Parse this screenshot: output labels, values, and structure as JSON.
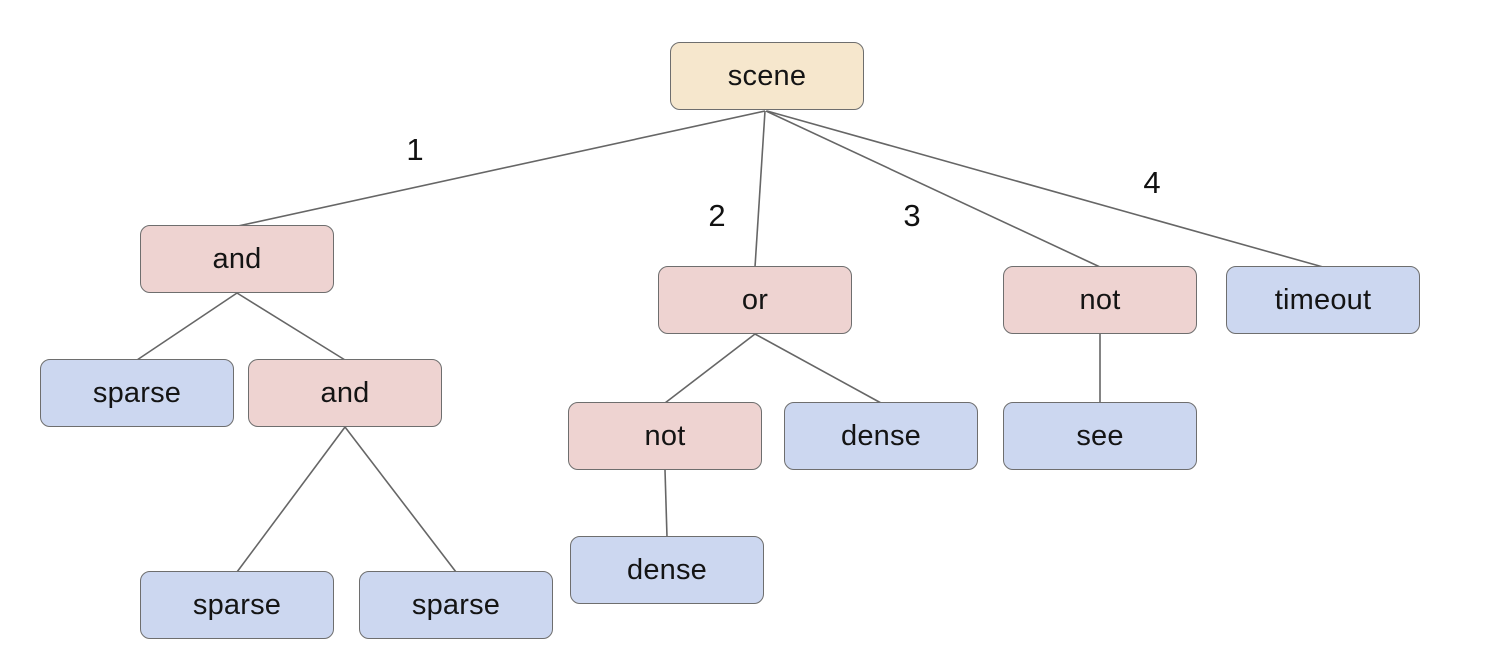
{
  "diagram": {
    "type": "tree",
    "description": "Tree diagram rooted at 'scene' with numbered branches to operator nodes (and, or, not) and leaf nodes (sparse, dense, see, timeout)",
    "colors": {
      "root_fill": "#f6e7cd",
      "operator_fill": "#eed3d1",
      "leaf_fill": "#ccd7f0",
      "node_border": "#6e6e6e",
      "edge_stroke": "#666666",
      "text": "#141414"
    },
    "nodes": [
      {
        "id": "scene",
        "label": "scene",
        "kind": "root"
      },
      {
        "id": "and-1",
        "label": "and",
        "kind": "operator"
      },
      {
        "id": "or-1",
        "label": "or",
        "kind": "operator"
      },
      {
        "id": "not-1",
        "label": "not",
        "kind": "operator"
      },
      {
        "id": "timeout-1",
        "label": "timeout",
        "kind": "leaf"
      },
      {
        "id": "sparse-1",
        "label": "sparse",
        "kind": "leaf"
      },
      {
        "id": "and-2",
        "label": "and",
        "kind": "operator"
      },
      {
        "id": "not-2",
        "label": "not",
        "kind": "operator"
      },
      {
        "id": "dense-1",
        "label": "dense",
        "kind": "leaf"
      },
      {
        "id": "see-1",
        "label": "see",
        "kind": "leaf"
      },
      {
        "id": "sparse-2",
        "label": "sparse",
        "kind": "leaf"
      },
      {
        "id": "sparse-3",
        "label": "sparse",
        "kind": "leaf"
      },
      {
        "id": "dense-2",
        "label": "dense",
        "kind": "leaf"
      }
    ],
    "edges": [
      {
        "from": "scene",
        "to": "and-1",
        "label": "1"
      },
      {
        "from": "scene",
        "to": "or-1",
        "label": "2"
      },
      {
        "from": "scene",
        "to": "not-1",
        "label": "3"
      },
      {
        "from": "scene",
        "to": "timeout-1",
        "label": "4"
      },
      {
        "from": "and-1",
        "to": "sparse-1",
        "label": ""
      },
      {
        "from": "and-1",
        "to": "and-2",
        "label": ""
      },
      {
        "from": "and-2",
        "to": "sparse-2",
        "label": ""
      },
      {
        "from": "and-2",
        "to": "sparse-3",
        "label": ""
      },
      {
        "from": "or-1",
        "to": "not-2",
        "label": ""
      },
      {
        "from": "or-1",
        "to": "dense-1",
        "label": ""
      },
      {
        "from": "not-2",
        "to": "dense-2",
        "label": ""
      },
      {
        "from": "not-1",
        "to": "see-1",
        "label": ""
      }
    ]
  }
}
